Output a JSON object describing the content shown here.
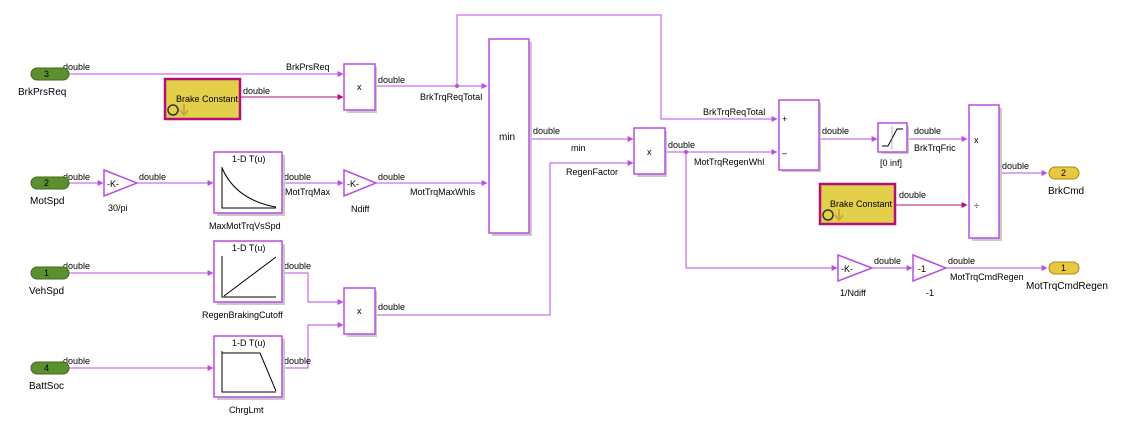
{
  "signal_type": "double",
  "colors": {
    "wire": "#b94fe0",
    "wire_dark": "#b0107a",
    "inport": "#5c8f2e",
    "outport": "#e8c840",
    "constant": "#e4cf4a"
  },
  "inports": {
    "brkprsreq": {
      "num": "3",
      "name": "BrkPrsReq"
    },
    "motspd": {
      "num": "2",
      "name": "MotSpd"
    },
    "vehspd": {
      "num": "1",
      "name": "VehSpd"
    },
    "battsoc": {
      "num": "4",
      "name": "BattSoc"
    }
  },
  "outports": {
    "brkcmd": {
      "num": "2",
      "name": "BrkCmd"
    },
    "mottrqcmdregen": {
      "num": "1",
      "name": "MotTrqCmdRegen"
    }
  },
  "blocks": {
    "brake_constant": "Brake Constant",
    "gain_k": "-K-",
    "gain_neg1": "-1",
    "gain_30pi": "30/pi",
    "gain_ndiff": "Ndiff",
    "gain_1ndiff": "1/Ndiff",
    "gain_neg1_name": "-1",
    "lookup_title": "1-D T(u)",
    "lookup_maxmot": "MaxMotTrqVsSpd",
    "lookup_regen": "RegenBrakingCutoff",
    "lookup_chrg": "ChrgLmt",
    "product": "x",
    "min": "min",
    "sum_plus": "+",
    "sum_minus": "–",
    "div": "÷",
    "saturation": "[0  inf]"
  },
  "signals": {
    "brkprsreq": "BrkPrsReq",
    "brktrqreqtotal": "BrkTrqReqTotal",
    "brktrqreqtotal2": "BrkTrqReqTotal",
    "mottrqmax": "MotTrqMax",
    "mottrqmaxwhls": "MotTrqMaxWhls",
    "min": "min",
    "regenfactor": "RegenFactor",
    "mottrqregenwhl": "MotTrqRegenWhl",
    "brktrqfric": "BrkTrqFric",
    "mottrqcmdregen": "MotTrqCmdRegen"
  }
}
